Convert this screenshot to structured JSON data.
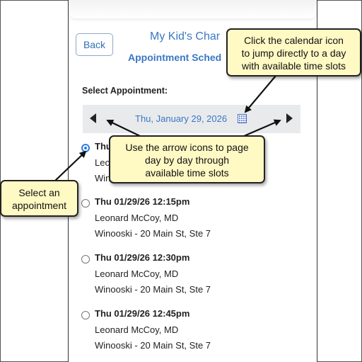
{
  "header": {
    "back_label": "Back",
    "title": "My Kid's Char",
    "subtitle": "Appointment Sched"
  },
  "section_label": "Select Appointment:",
  "datebar": {
    "date": "Thu, January 29, 2026",
    "prev_icon": "chevron-left-icon",
    "next_icon": "chevron-right-icon",
    "calendar_icon": "calendar-icon"
  },
  "appointments": [
    {
      "time": "Thu",
      "doctor": "Leo",
      "location": "Wino",
      "selected": true
    },
    {
      "time": "Thu 01/29/26 12:15pm",
      "doctor": "Leonard McCoy, MD",
      "location": "Winooski - 20 Main St, Ste 7",
      "selected": false
    },
    {
      "time": "Thu 01/29/26 12:30pm",
      "doctor": "Leonard McCoy, MD",
      "location": "Winooski - 20 Main St, Ste 7",
      "selected": false
    },
    {
      "time": "Thu 01/29/26 12:45pm",
      "doctor": "Leonard McCoy, MD",
      "location": "Winooski - 20 Main St, Ste 7",
      "selected": false
    }
  ],
  "callouts": {
    "calendar": [
      "Click the calendar icon",
      "to jump directly to a day",
      "with available time slots"
    ],
    "arrows": [
      "Use the arrow icons to page",
      "day by day through",
      "available time slots"
    ],
    "select": [
      "Select an",
      "appointment"
    ]
  },
  "colors": {
    "accent": "#3a78c3",
    "callout_bg": "#fff9c4",
    "radio_selected": "#2f7be6"
  }
}
